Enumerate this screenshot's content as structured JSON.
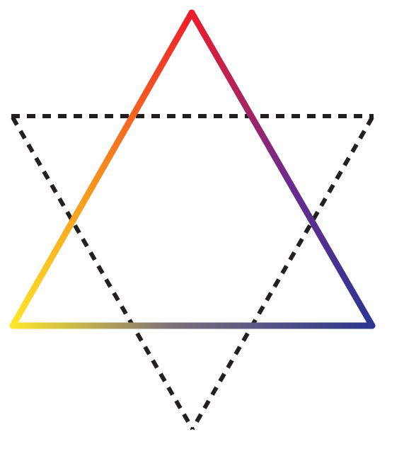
{
  "figure": {
    "shapes": [
      {
        "name": "upward-gradient-triangle",
        "style": "solid",
        "gradient_colors": {
          "apex": "#ee1c2b",
          "bottom_left": "#fde62b",
          "bottom_right": "#2c3691",
          "orange": "#f7941d",
          "purple": "#6a2c8e"
        }
      },
      {
        "name": "downward-dashed-triangle",
        "style": "dashed",
        "stroke_color": "#231f20"
      }
    ]
  }
}
